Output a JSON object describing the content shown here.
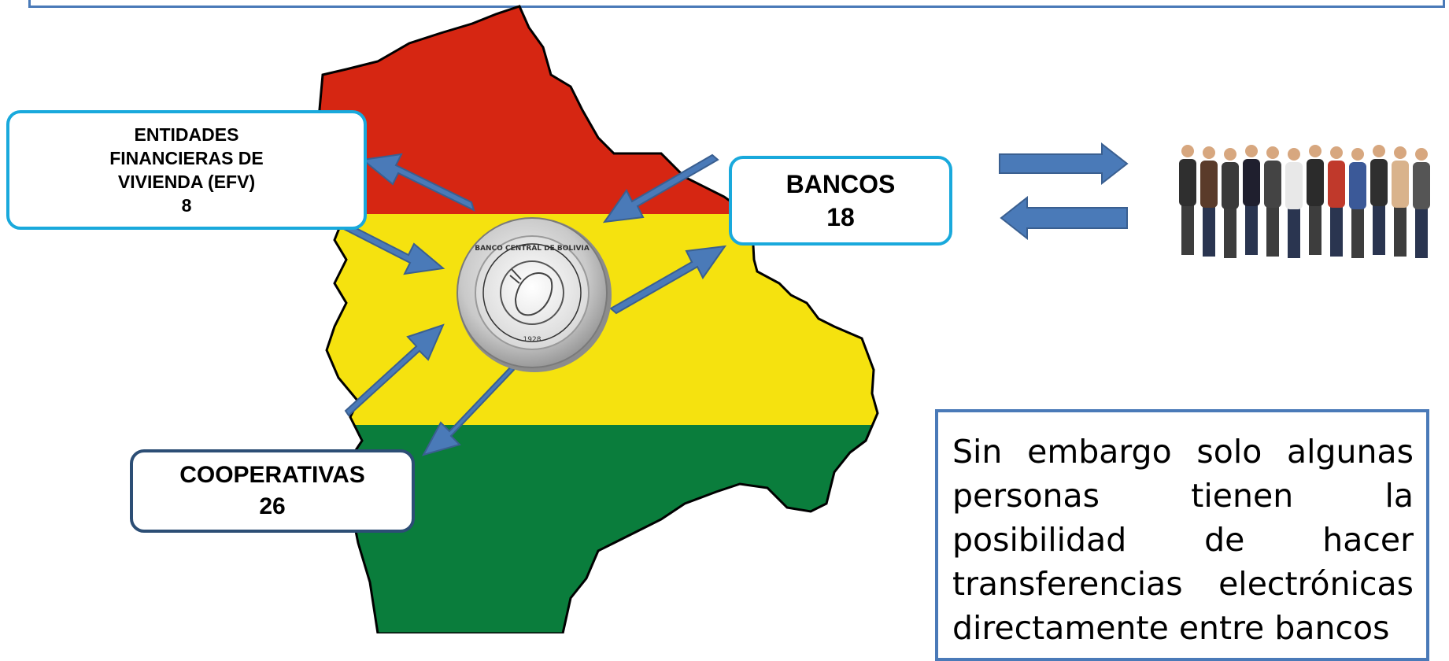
{
  "nodes": {
    "efv": {
      "line1": "ENTIDADES",
      "line2": "FINANCIERAS DE",
      "line3": "VIVIENDA (EFV)",
      "count": "8"
    },
    "bancos": {
      "label": "BANCOS",
      "count": "18"
    },
    "cooperativas": {
      "label": "COOPERATIVAS",
      "count": "26"
    }
  },
  "central_seal": {
    "text": "BANCO CENTRAL DE BOLIVIA",
    "year": "1928"
  },
  "note": "Sin embargo solo algunas personas tienen la posibilidad de hacer transferencias electrónicas directamente entre bancos",
  "colors": {
    "flag_red": "#d62612",
    "flag_yellow": "#f5e20f",
    "flag_green": "#0a7d3c",
    "arrow_fill": "#4a7ab8",
    "arrow_stroke": "#3a5f90",
    "box_border_light": "#19a9dc",
    "box_border_dark": "#2c4e75"
  },
  "icons": {
    "central_bank": "bank-seal-icon",
    "people": "people-group-icon"
  }
}
